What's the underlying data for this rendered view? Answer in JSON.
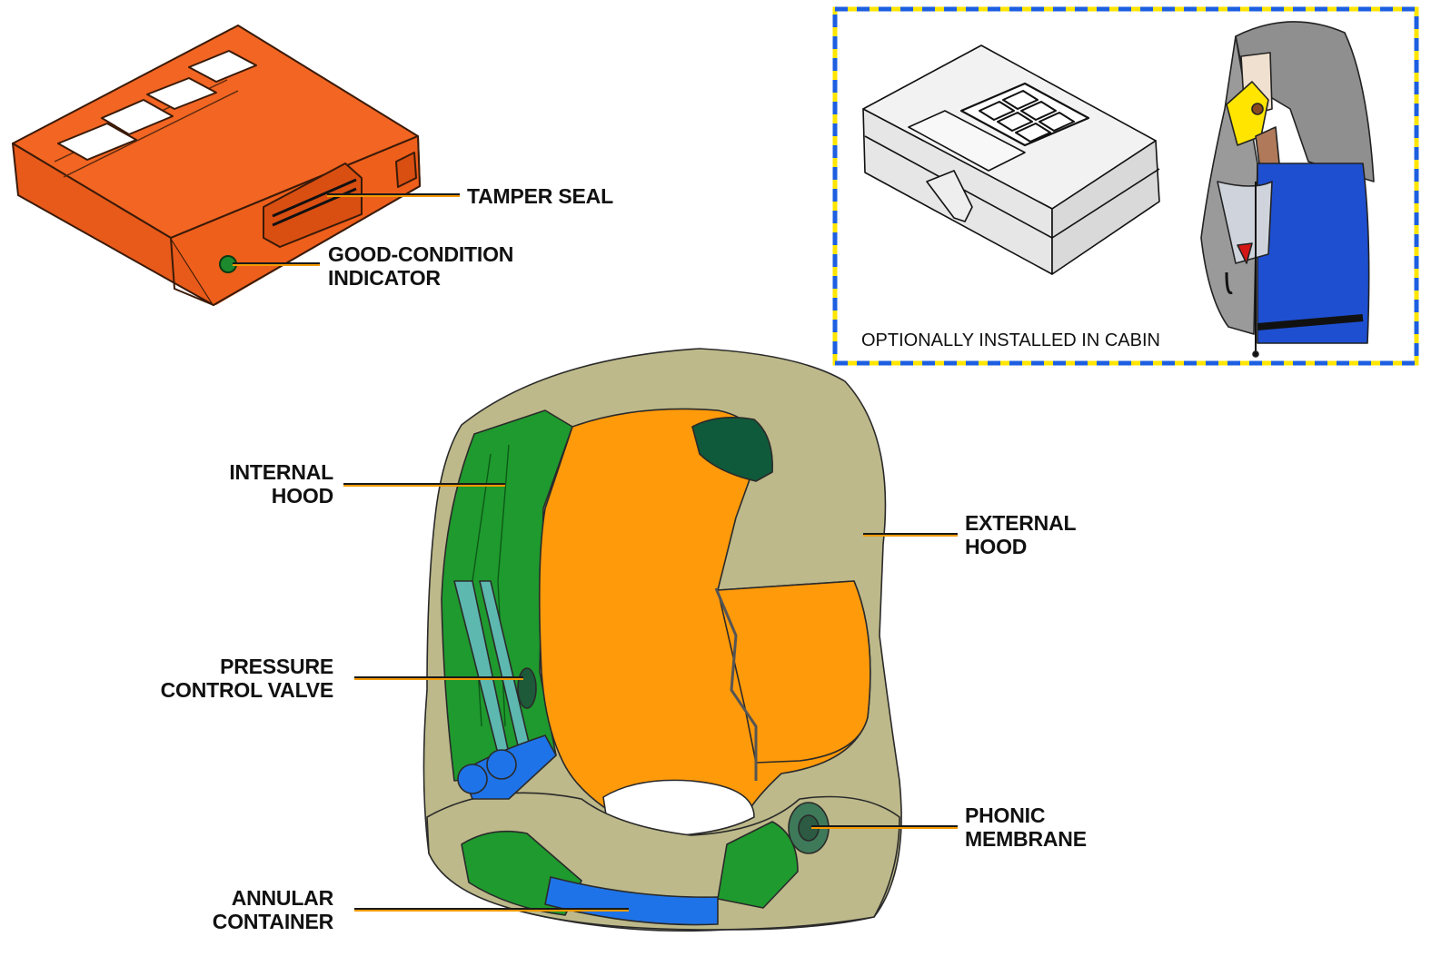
{
  "colors": {
    "leader_orange": "#F59A00",
    "leader_dark": "#1a1a1a",
    "box_orange": "#F26522",
    "hood_khaki": "#BDB98A",
    "hood_orange": "#FF9A0A",
    "hood_green": "#1F9A2E",
    "hood_blue": "#1E73E8",
    "inset_border_blue": "#1D5FE0",
    "inset_border_yellow": "#FFE500"
  },
  "labels": {
    "tamper_seal": "TAMPER SEAL",
    "good_condition": [
      "GOOD-CONDITION",
      "INDICATOR"
    ],
    "internal_hood": [
      "INTERNAL",
      "HOOD"
    ],
    "external_hood": [
      "EXTERNAL",
      "HOOD"
    ],
    "pressure_control_valve": [
      "PRESSURE",
      "CONTROL VALVE"
    ],
    "phonic_membrane": [
      "PHONIC",
      "MEMBRANE"
    ],
    "annular_container": [
      "ANNULAR",
      "CONTAINER"
    ]
  },
  "inset": {
    "caption": "OPTIONALLY INSTALLED IN CABIN"
  },
  "icons": [
    "orange-storage-box",
    "hood-illustration",
    "cabin-box",
    "person-wearing-hood"
  ]
}
